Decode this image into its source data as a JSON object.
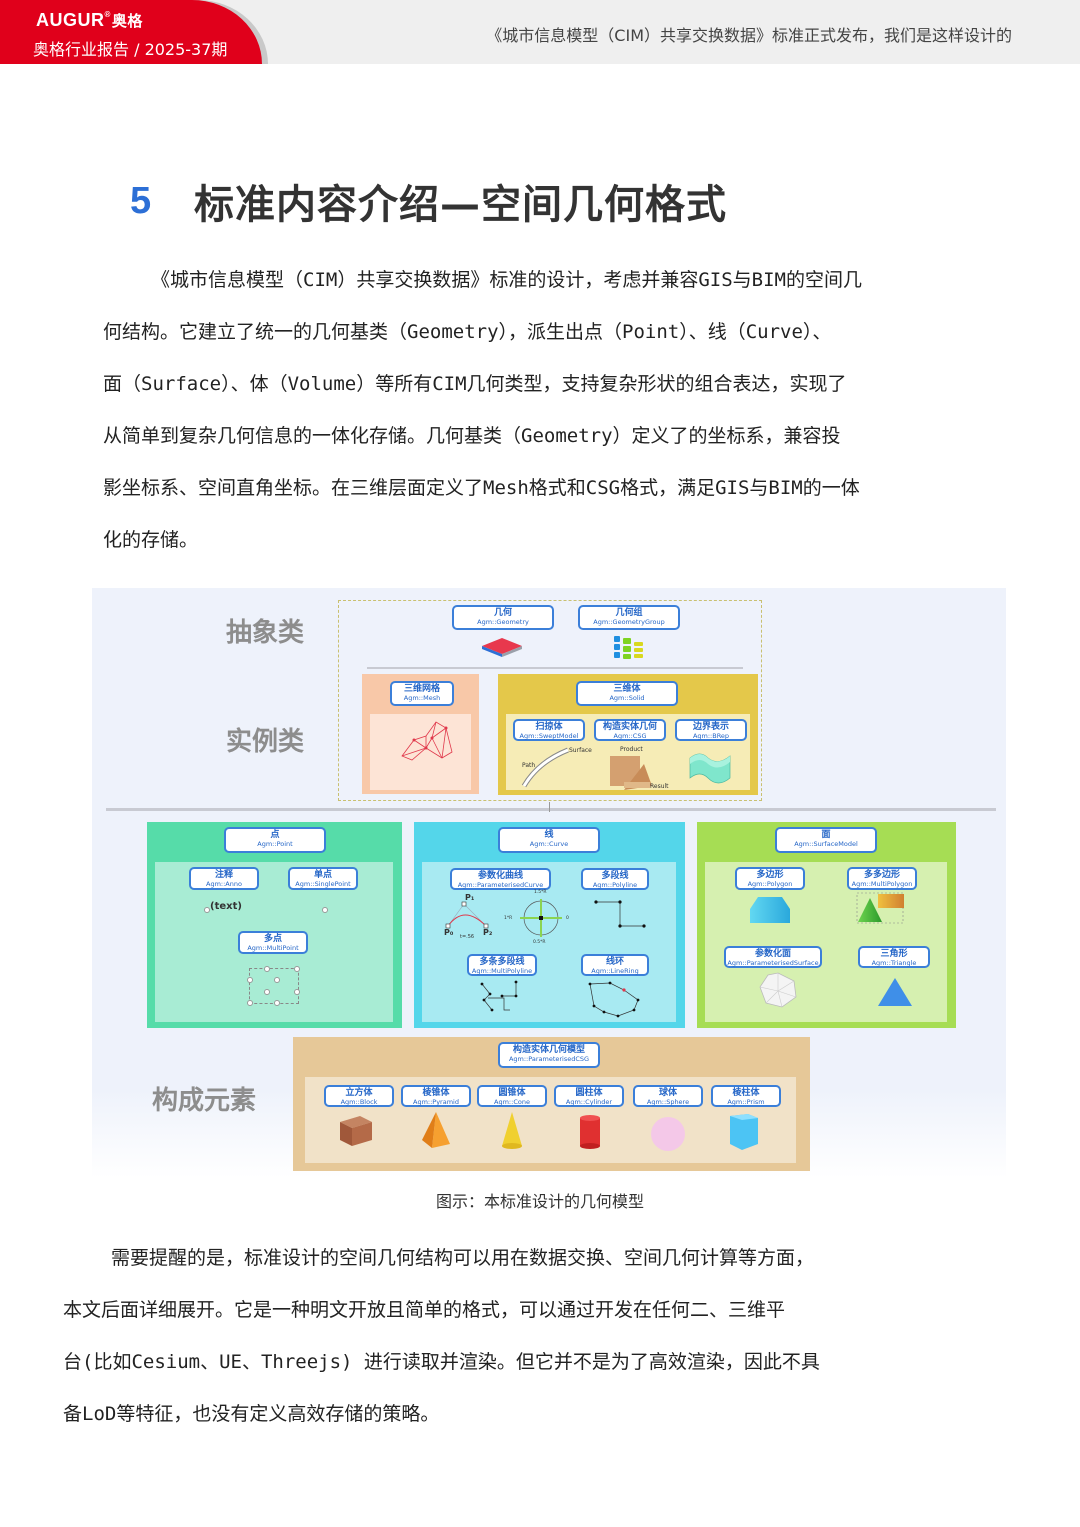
{
  "header": {
    "brand": "AUGUR",
    "brand_reg": "®",
    "brand_cn": "奥格",
    "issue": "奥格行业报告 / 2025-37期",
    "article_title": "《城市信息模型（CIM）共享交换数据》标准正式发布，我们是这样设计的",
    "accent_color": "#e0001b"
  },
  "section": {
    "number": "5",
    "title": "标准内容介绍—空间几何格式",
    "number_color": "#2c6fd6"
  },
  "intro_paragraph": {
    "lines": [
      "《城市信息模型（CIM）共享交换数据》标准的设计，考虑并兼容GIS与BIM的空间几",
      "何结构。它建立了统一的几何基类（Geometry），派生出点（Point）、线（Curve）、",
      "面（Surface）、体（Volume）等所有CIM几何类型，支持复杂形状的组合表达，实现了",
      "从简单到复杂几何信息的一体化存储。几何基类（Geometry）定义了的坐标系，兼容投",
      "影坐标系、空间直角坐标。在三维层面定义了Mesh格式和CSG格式，满足GIS与BIM的一体",
      "化的存储。"
    ]
  },
  "figure": {
    "row_labels": {
      "abstract": "抽象类",
      "instance": "实例类",
      "element": "构成元素"
    },
    "abstract": [
      {
        "cn": "几何",
        "en": "Agm::Geometry"
      },
      {
        "cn": "几何组",
        "en": "Agm::GeometryGroup"
      }
    ],
    "mesh": {
      "cn": "三维网格",
      "en": "Agm::Mesh"
    },
    "solid": {
      "node": {
        "cn": "三维体",
        "en": "Agm::Solid"
      },
      "children": [
        {
          "cn": "扫掠体",
          "en": "Agm::SweptModel"
        },
        {
          "cn": "构造实体几何",
          "en": "Agm::CSG"
        },
        {
          "cn": "边界表示",
          "en": "Agm::BRep"
        }
      ],
      "labels": {
        "path": "Path",
        "surface": "Surface",
        "product": "Product",
        "result": "Result"
      }
    },
    "point": {
      "node": {
        "cn": "点",
        "en": "Agm::Point"
      },
      "anno": {
        "cn": "注释",
        "en": "Agm::Anno"
      },
      "single": {
        "cn": "单点",
        "en": "Agm::SinglePoint"
      },
      "multi": {
        "cn": "多点",
        "en": "Agm::MultiPoint"
      },
      "text_sample": "(text)"
    },
    "curve": {
      "node": {
        "cn": "线",
        "en": "Agm::Curve"
      },
      "param": {
        "cn": "参数化曲线",
        "en": "Agm::ParameterisedCurve"
      },
      "polyline": {
        "cn": "多段线",
        "en": "Agm::Polyline"
      },
      "multipolyline": {
        "cn": "多条多段线",
        "en": "Agm::MultiPolyline"
      },
      "linering": {
        "cn": "线环",
        "en": "Agm::LineRing"
      },
      "labels": {
        "p0": "P₀",
        "p1": "P₁",
        "p2": "P₂",
        "t": "t=.56",
        "top": "1.5*R",
        "left": "1*R",
        "bottom": "0.5*R",
        "right": "0"
      }
    },
    "surface": {
      "node": {
        "cn": "面",
        "en": "Agm::SurfaceModel"
      },
      "polygon": {
        "cn": "多边形",
        "en": "Agm::Polygon"
      },
      "multipolygon": {
        "cn": "多多边形",
        "en": "Agm::MultiPolygon"
      },
      "param": {
        "cn": "参数化面",
        "en": "Agm::ParameterisedSurface"
      },
      "triangle": {
        "cn": "三角形",
        "en": "Agm::Triangle"
      }
    },
    "csg": {
      "node": {
        "cn": "构造实体几何模型",
        "en": "Agm::ParameterisedCSG"
      },
      "items": [
        {
          "cn": "立方体",
          "en": "Agm::Block"
        },
        {
          "cn": "棱锥体",
          "en": "Agm::Pyramid"
        },
        {
          "cn": "圆锥体",
          "en": "Agm::Cone"
        },
        {
          "cn": "圆柱体",
          "en": "Agm::Cylinder"
        },
        {
          "cn": "球体",
          "en": "Agm::Sphere"
        },
        {
          "cn": "棱柱体",
          "en": "Agm::Prism"
        }
      ]
    },
    "caption": "图示：本标准设计的几何模型"
  },
  "closing_paragraph": {
    "lines": [
      "需要提醒的是，标准设计的空间几何结构可以用在数据交换、空间几何计算等方面，",
      "本文后面详细展开。它是一种明文开放且简单的格式，可以通过开发在任何二、三维平",
      "台(比如Cesium、UE、Threejs) 进行读取并渲染。但它并不是为了高效渲染，因此不具",
      "备LoD等特征，也没有定义高效存储的策略。"
    ]
  }
}
